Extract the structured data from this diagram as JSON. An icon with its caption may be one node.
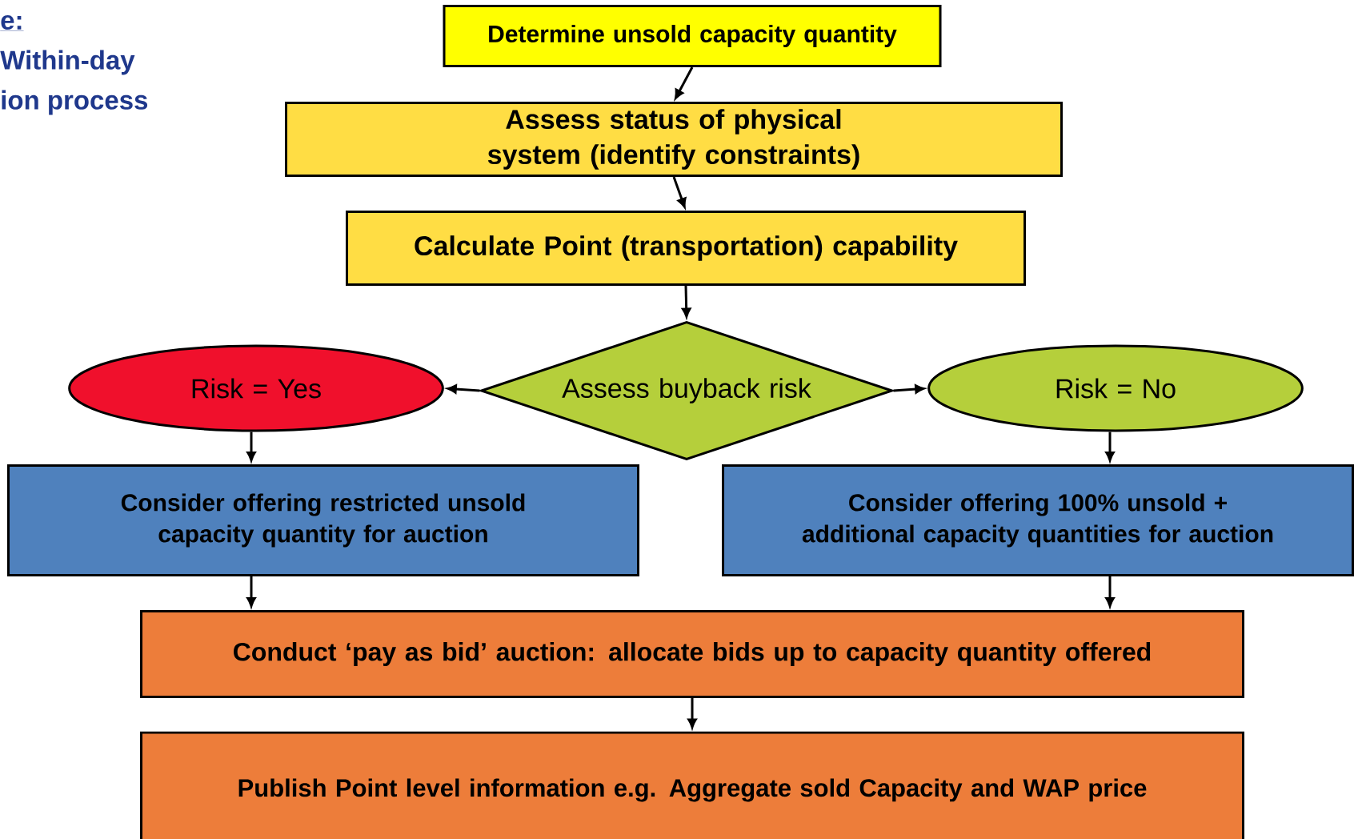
{
  "diagram": {
    "nodes": [
      {
        "text": [
          "Determine unsold capacity quantity"
        ]
      },
      {
        "text": [
          "Assess status of physical system (identify constraints)"
        ]
      },
      {
        "text": [
          "Calculate Point (transportation) capability"
        ]
      },
      {
        "text": [
          "Assess buyback risk"
        ]
      },
      {
        "text": [
          "Risk = Yes"
        ]
      },
      {
        "text": [
          "Risk = No"
        ]
      },
      {
        "text": [
          "Consider offering restricted unsold capacity quantity for auction"
        ]
      },
      {
        "text": [
          "Consider offering 100% unsold + additional capacity quantities for auction"
        ]
      },
      {
        "text": [
          "Conduct ‘pay as bid’ auction: allocate bids up to capacity quantity offered"
        ]
      },
      {
        "text": [
          "Publish Point level information e.g. Aggregate sold Capacity and WAP price"
        ]
      }
    ],
    "edges": [
      {
        "from": 0,
        "to": 1,
        "arrow": "to"
      },
      {
        "from": 1,
        "to": 2,
        "arrow": "to"
      },
      {
        "from": 2,
        "to": 3,
        "arrow": "to"
      },
      {
        "from": 3,
        "to": 4,
        "arrow": "to"
      },
      {
        "from": 3,
        "to": 5,
        "arrow": "to"
      },
      {
        "from": 4,
        "to": 6,
        "arrow": "to"
      },
      {
        "from": 5,
        "to": 7,
        "arrow": "to"
      },
      {
        "from": 6,
        "to": 8,
        "arrow": "to"
      },
      {
        "from": 7,
        "to": 8,
        "arrow": "to"
      },
      {
        "from": 8,
        "to": 9,
        "arrow": "to"
      }
    ],
    "labels": [
      "e:",
      "Within-day",
      "ion process"
    ]
  }
}
